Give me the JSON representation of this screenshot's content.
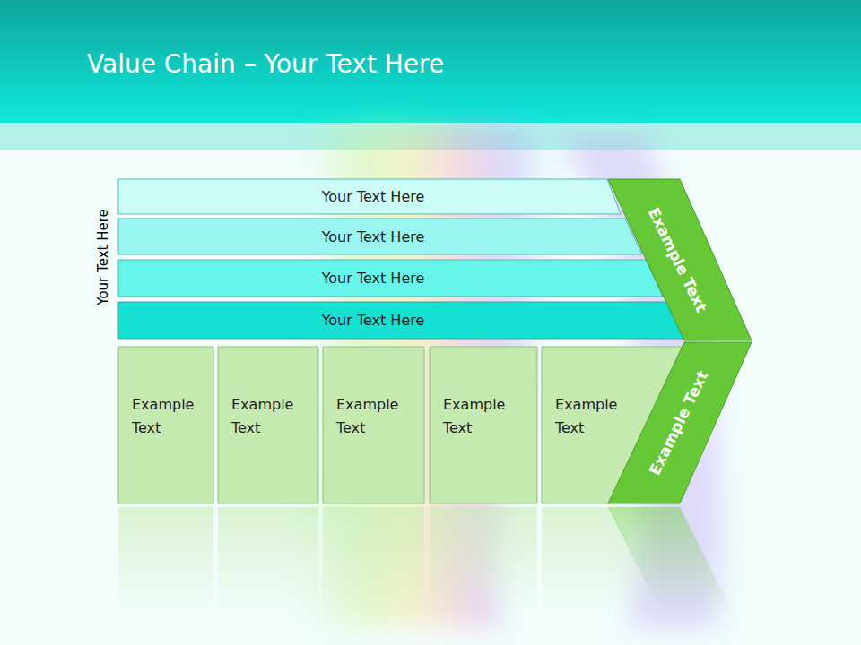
{
  "diagram": {
    "title": "Value Chain – Your Text Here",
    "nodes": [
      {
        "text": [
          "Your Text Here"
        ]
      },
      {
        "text": [
          "Your Text Here"
        ]
      },
      {
        "text": [
          "Your Text Here"
        ]
      },
      {
        "text": [
          "Your Text Here"
        ]
      },
      {
        "text": [
          "Example Text"
        ]
      },
      {
        "text": [
          "Example Text"
        ]
      },
      {
        "text": [
          "Example Text"
        ]
      },
      {
        "text": [
          "Example Text"
        ]
      },
      {
        "text": [
          "Example Text"
        ]
      },
      {
        "text": [
          "Example Text"
        ]
      },
      {
        "text": [
          "Example Text"
        ]
      }
    ],
    "labels": [
      "Your Text Here"
    ]
  }
}
